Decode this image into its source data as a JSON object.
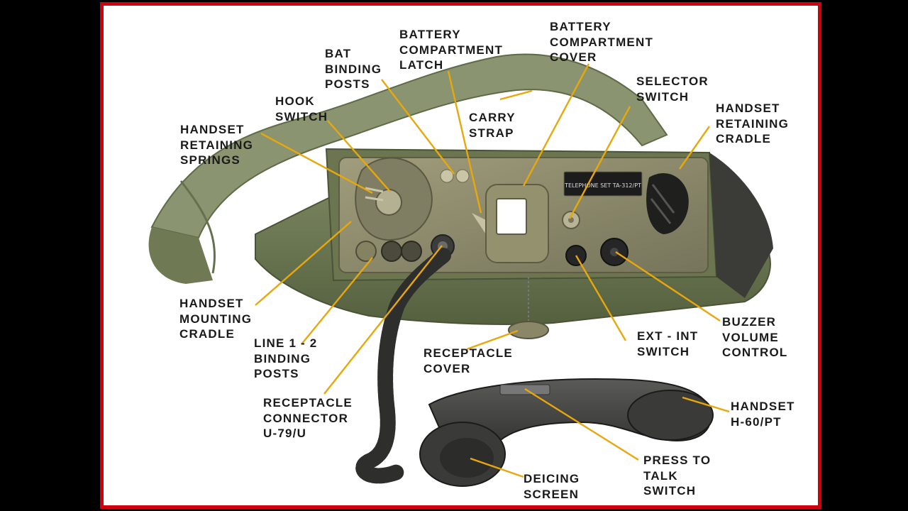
{
  "frame": {
    "border_color": "#d0000e",
    "background": "#ffffff",
    "outer_background": "#000000"
  },
  "equipment": {
    "case_color": "#6f7a52",
    "panel_color": "#8c8a6a",
    "handset_color": "#3c3c3a",
    "nameplate_text": "TELEPHONE SET TA-312/PT"
  },
  "leader_color": "#e8a80c",
  "labels": {
    "bat_binding_posts": "BAT\nBINDING\nPOSTS",
    "battery_compartment_latch": "BATTERY\nCOMPARTMENT\nLATCH",
    "battery_compartment_cover": "BATTERY\nCOMPARTMENT\nCOVER",
    "hook_switch": "HOOK\nSWITCH",
    "carry_strap": "CARRY\nSTRAP",
    "selector_switch": "SELECTOR\nSWITCH",
    "handset_retaining_cradle": "HANDSET\nRETAINING\nCRADLE",
    "handset_retaining_springs": "HANDSET\nRETAINING\nSPRINGS",
    "handset_mounting_cradle": "HANDSET\nMOUNTING\nCRADLE",
    "line_binding_posts": "LINE 1 - 2\nBINDING\nPOSTS",
    "receptacle_cover": "RECEPTACLE\nCOVER",
    "ext_int_switch": "EXT - INT\nSWITCH",
    "buzzer_volume_control": "BUZZER\nVOLUME\nCONTROL",
    "receptacle_connector": "RECEPTACLE\nCONNECTOR\nU-79/U",
    "handset": "HANDSET\nH-60/PT",
    "press_to_talk_switch": "PRESS TO\nTALK\nSWITCH",
    "deicing_screen": "DEICING\nSCREEN"
  }
}
